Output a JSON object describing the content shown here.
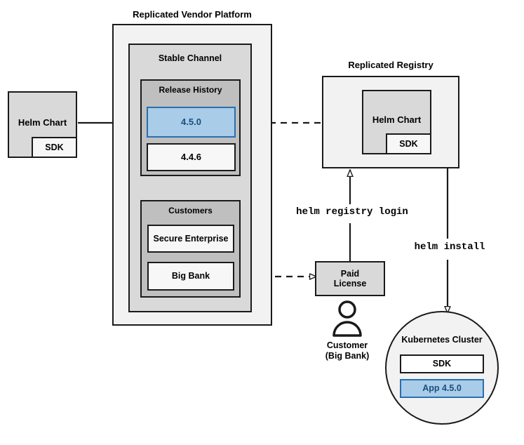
{
  "diagram": {
    "title_vendor_platform": "Replicated Vendor Platform",
    "title_registry": "Replicated Registry",
    "stable_channel": "Stable Channel",
    "release_history": "Release History",
    "customers": "Customers"
  },
  "source_chart": {
    "name": "Helm Chart",
    "sdk": "SDK"
  },
  "releases": [
    {
      "version": "4.5.0",
      "highlighted": true
    },
    {
      "version": "4.4.6",
      "highlighted": false
    }
  ],
  "customer_list": [
    {
      "name": "Secure Enterprise"
    },
    {
      "name": "Big Bank"
    }
  ],
  "registry_chart": {
    "name": "Helm Chart",
    "sdk": "SDK"
  },
  "license": {
    "line1": "Paid",
    "line2": "License"
  },
  "customer_persona": {
    "line1": "Customer",
    "line2": "(Big Bank)"
  },
  "commands": {
    "registry_login": "helm registry login",
    "install": "helm install"
  },
  "cluster": {
    "title": "Kubernetes Cluster",
    "sdk": "SDK",
    "app": "App 4.5.0"
  },
  "colors": {
    "accent_blue_fill": "#a9cce8",
    "accent_blue_border": "#2a6faf",
    "accent_blue_text": "#1a4e7f",
    "stroke": "#1a1a1a",
    "fill_outer": "#f2f2f2",
    "fill_mid": "#d9d9d9",
    "fill_inner": "#bfbfbf"
  }
}
